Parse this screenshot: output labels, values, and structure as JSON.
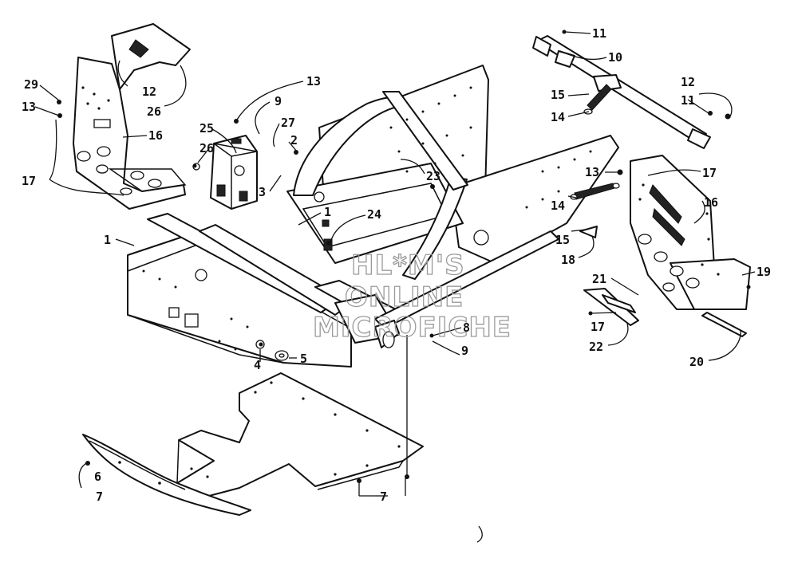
{
  "watermark": {
    "line1": "HL*M'S",
    "line2": "ONLINE",
    "line3": "MICROFICHE"
  },
  "callouts": [
    {
      "id": "c-11a",
      "label": "11"
    },
    {
      "id": "c-10",
      "label": "10"
    },
    {
      "id": "c-12a",
      "label": "12"
    },
    {
      "id": "c-11b",
      "label": "11"
    },
    {
      "id": "c-15a",
      "label": "15"
    },
    {
      "id": "c-14a",
      "label": "14"
    },
    {
      "id": "c-29",
      "label": "29"
    },
    {
      "id": "c-13a",
      "label": "13"
    },
    {
      "id": "c-12b",
      "label": "12"
    },
    {
      "id": "c-26a",
      "label": "26"
    },
    {
      "id": "c-16a",
      "label": "16"
    },
    {
      "id": "c-17a",
      "label": "17"
    },
    {
      "id": "c-13b",
      "label": "13"
    },
    {
      "id": "c-9a",
      "label": "9"
    },
    {
      "id": "c-27",
      "label": "27"
    },
    {
      "id": "c-25",
      "label": "25"
    },
    {
      "id": "c-2",
      "label": "2"
    },
    {
      "id": "c-26b",
      "label": "26"
    },
    {
      "id": "c-23",
      "label": "23"
    },
    {
      "id": "c-3",
      "label": "3"
    },
    {
      "id": "c-1a",
      "label": "1"
    },
    {
      "id": "c-24",
      "label": "24"
    },
    {
      "id": "c-1b",
      "label": "1"
    },
    {
      "id": "c-13c",
      "label": "13"
    },
    {
      "id": "c-17b",
      "label": "17"
    },
    {
      "id": "c-16b",
      "label": "16"
    },
    {
      "id": "c-14b",
      "label": "14"
    },
    {
      "id": "c-15b",
      "label": "15"
    },
    {
      "id": "c-18a",
      "label": "18"
    },
    {
      "id": "c-19",
      "label": "19"
    },
    {
      "id": "c-21",
      "label": "21"
    },
    {
      "id": "c-8",
      "label": "8"
    },
    {
      "id": "c-9b",
      "label": "9"
    },
    {
      "id": "c-17c",
      "label": "17"
    },
    {
      "id": "c-22",
      "label": "22"
    },
    {
      "id": "c-20",
      "label": "20"
    },
    {
      "id": "c-4",
      "label": "4"
    },
    {
      "id": "c-5",
      "label": "5"
    },
    {
      "id": "c-6",
      "label": "6"
    },
    {
      "id": "c-7a",
      "label": "7"
    },
    {
      "id": "c-7b",
      "label": "7"
    }
  ]
}
